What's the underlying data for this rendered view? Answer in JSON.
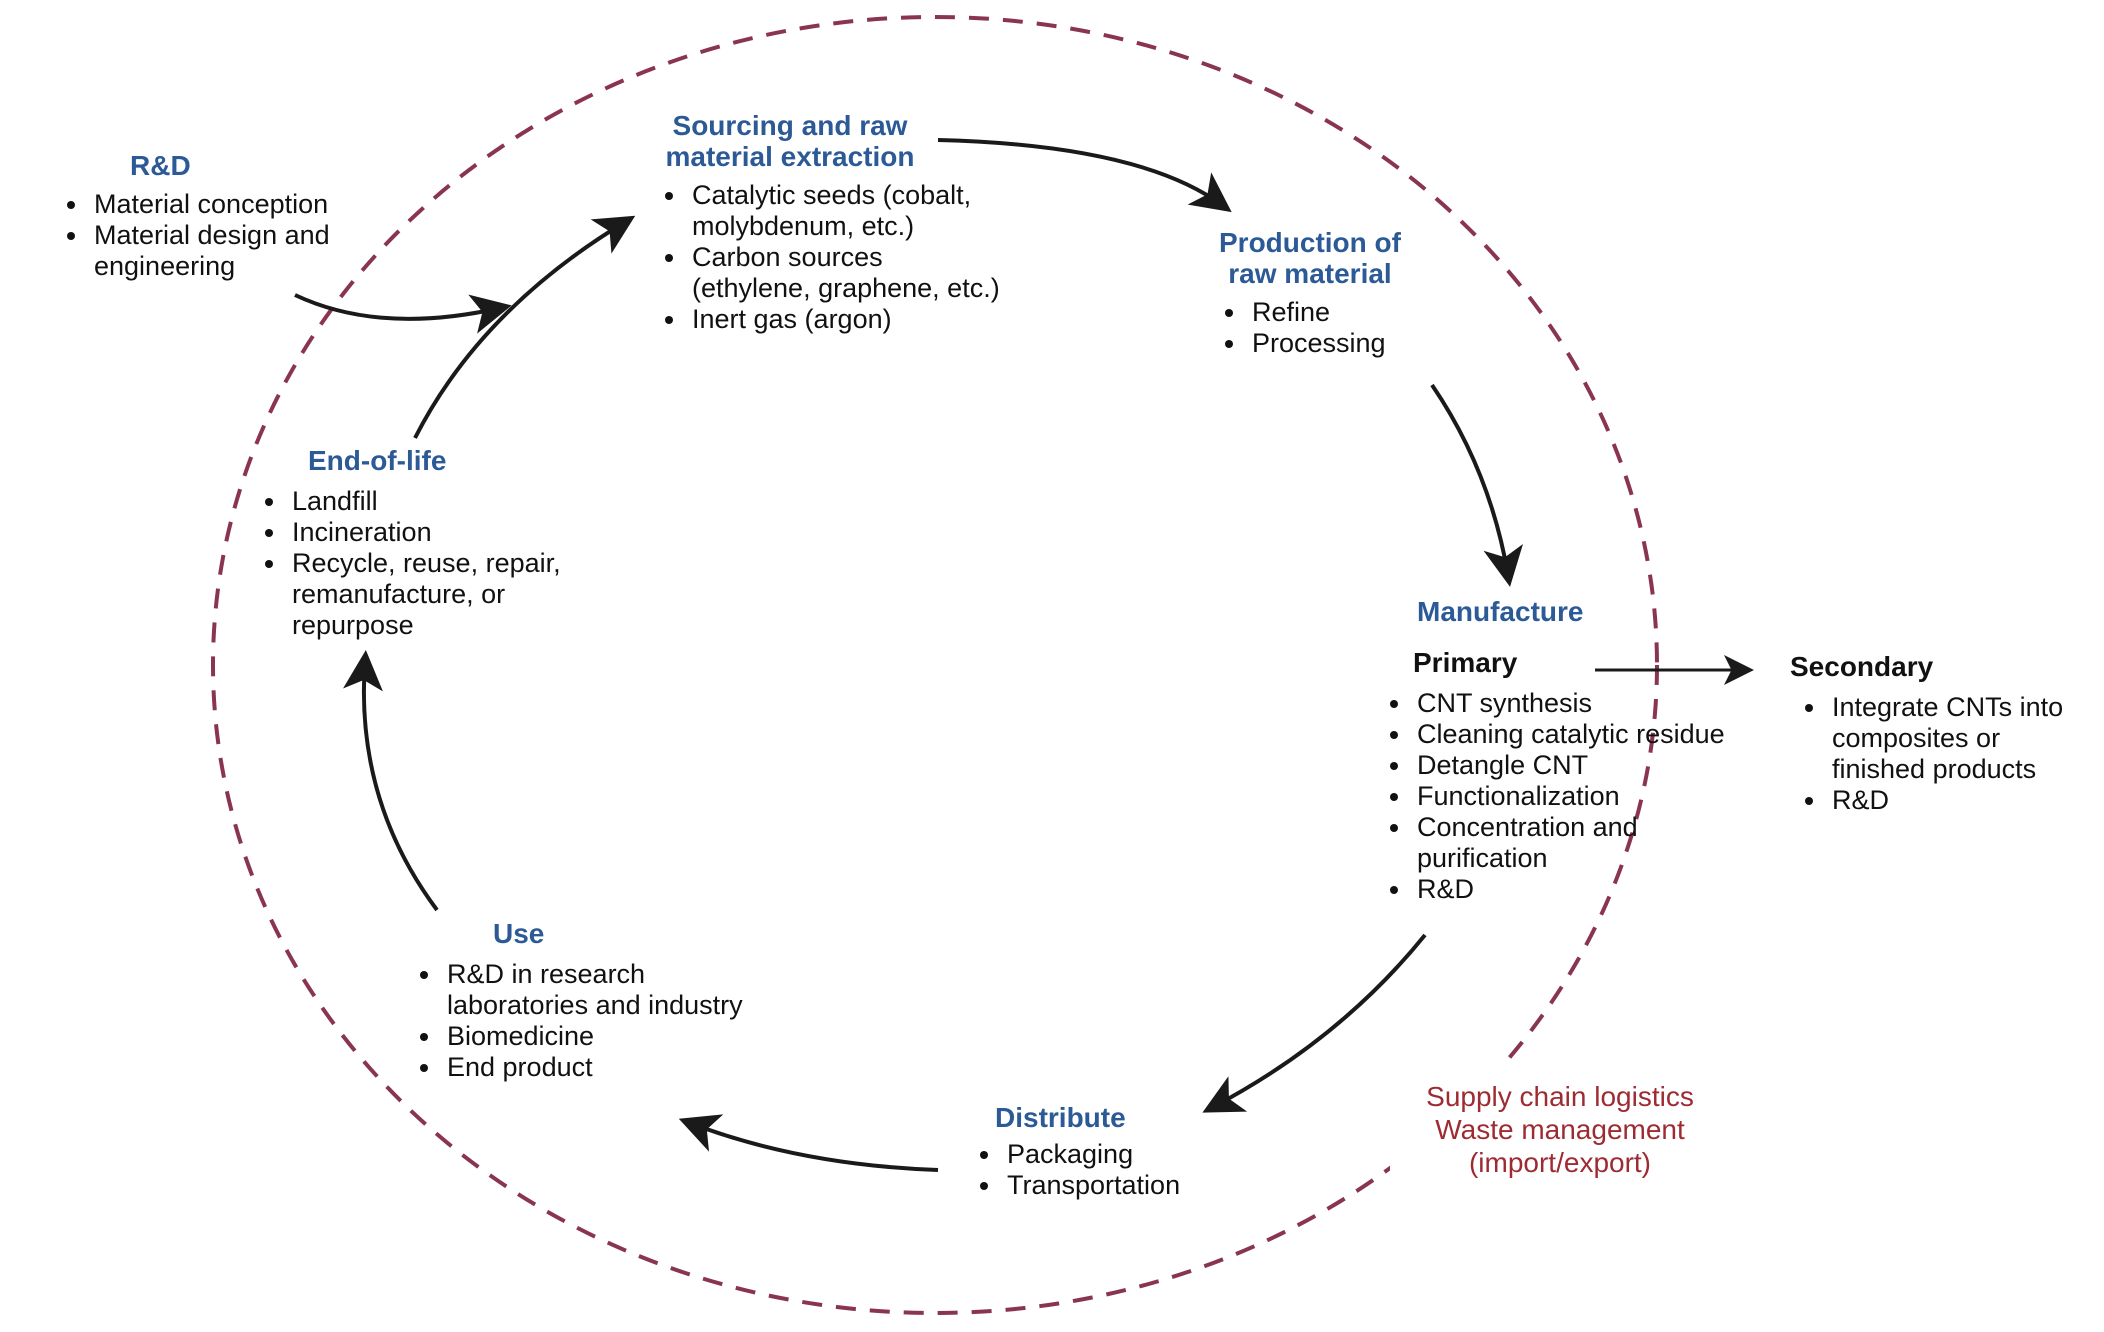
{
  "colors": {
    "title": "#2c5a96",
    "text": "#111111",
    "note": "#9e2b32",
    "circle": "#8a3550",
    "arrow": "#1a1a1a"
  },
  "rd": {
    "title": "R&D",
    "items": [
      "Material conception",
      "Material design and\nengineering"
    ]
  },
  "sourcing": {
    "title": "Sourcing and raw\nmaterial extraction",
    "items": [
      "Catalytic seeds (cobalt,\nmolybdenum, etc.)",
      "Carbon sources\n(ethylene, graphene, etc.)",
      "Inert gas (argon)"
    ]
  },
  "production": {
    "title": "Production of\nraw material",
    "items": [
      "Refine",
      "Processing"
    ]
  },
  "manufacture": {
    "title": "Manufacture",
    "primary": {
      "title": "Primary",
      "items": [
        "CNT synthesis",
        "Cleaning catalytic residue",
        "Detangle CNT",
        "Functionalization",
        "Concentration and\npurification",
        "R&D"
      ]
    },
    "secondary": {
      "title": "Secondary",
      "items": [
        "Integrate CNTs into\ncomposites or\nfinished products",
        "R&D"
      ]
    }
  },
  "distribute": {
    "title": "Distribute",
    "items": [
      "Packaging",
      "Transportation"
    ]
  },
  "use": {
    "title": "Use",
    "items": [
      "R&D in research\nlaboratories and industry",
      "Biomedicine",
      "End product"
    ]
  },
  "eol": {
    "title": "End-of-life",
    "items": [
      "Landfill",
      "Incineration",
      "Recycle, reuse, repair,\nremanufacture, or\nrepurpose"
    ]
  },
  "note": {
    "lines": [
      "Supply chain logistics",
      "Waste management",
      "(import/export)"
    ]
  }
}
